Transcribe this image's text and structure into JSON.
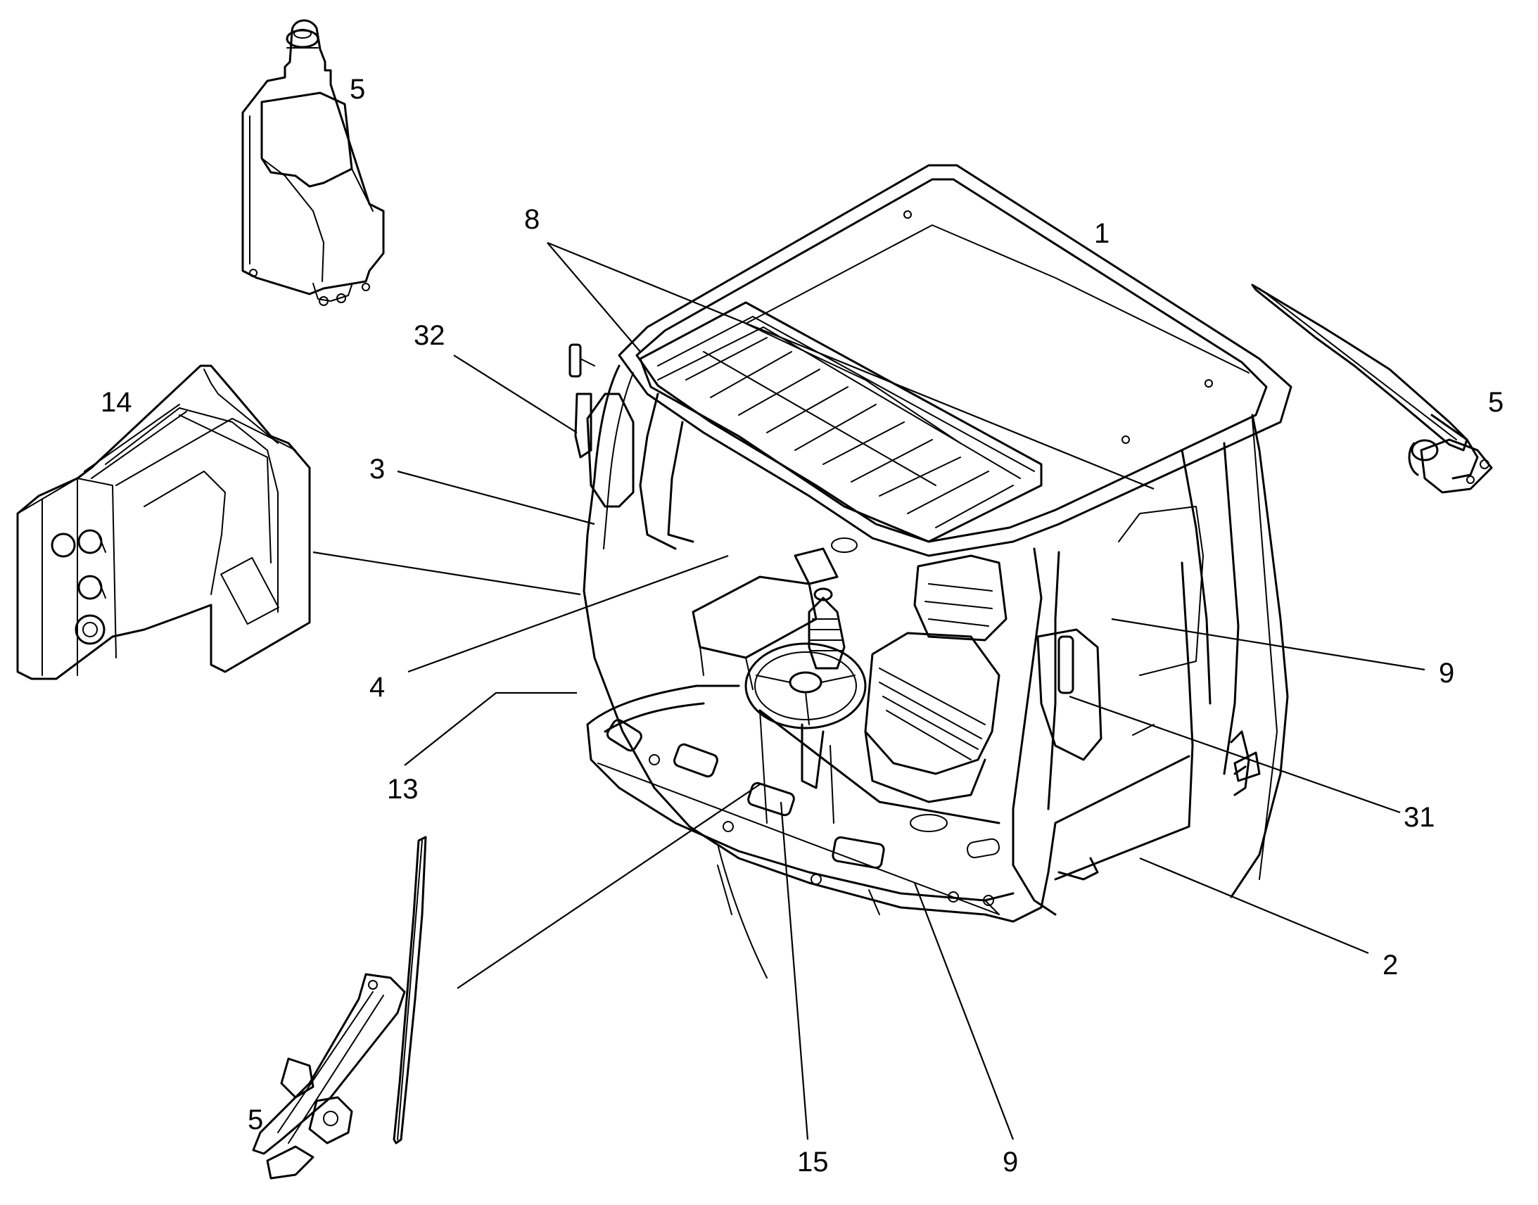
{
  "callouts": [
    {
      "label": "1"
    },
    {
      "label": "8"
    },
    {
      "label": "5"
    },
    {
      "label": "32"
    },
    {
      "label": "14"
    },
    {
      "label": "3"
    },
    {
      "label": "4"
    },
    {
      "label": "13"
    },
    {
      "label": "5"
    },
    {
      "label": "9"
    },
    {
      "label": "31"
    },
    {
      "label": "2"
    },
    {
      "label": "5"
    },
    {
      "label": "15"
    },
    {
      "label": "9"
    }
  ]
}
